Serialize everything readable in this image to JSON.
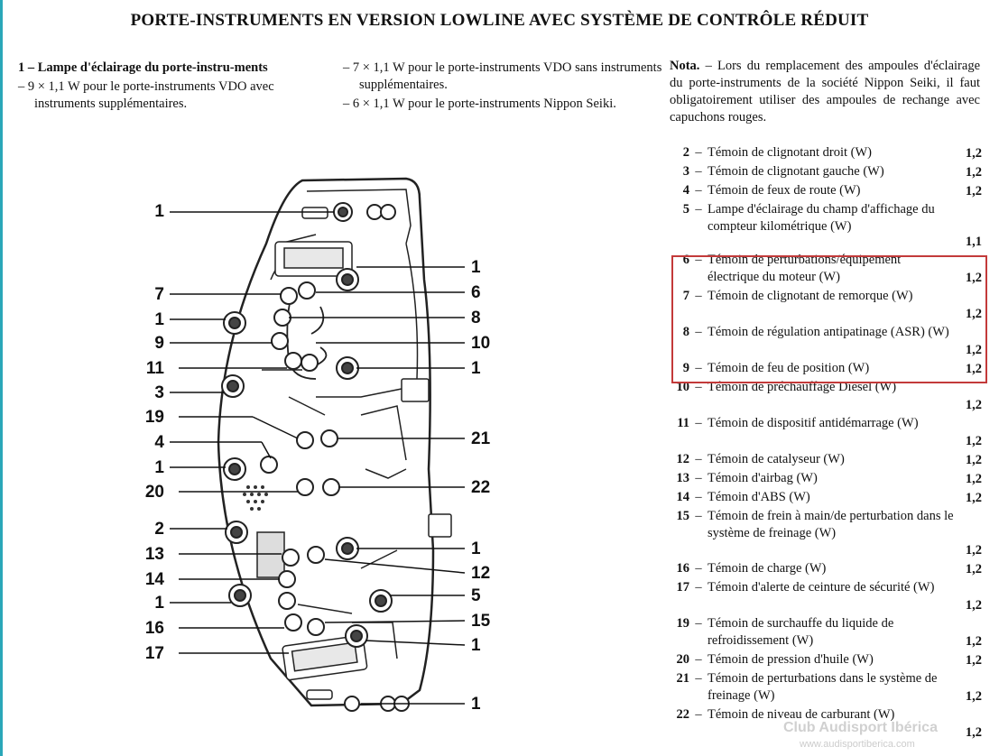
{
  "accent_edge_color": "#2aa7b8",
  "highlight_color": "#c33a3a",
  "title": "PORTE-INSTRUMENTS EN VERSION LOWLINE AVEC SYSTÈME DE CONTRÔLE RÉDUIT",
  "item1": {
    "number": "1",
    "label": "Lampe d'éclairage du porte-instru-ments",
    "options": [
      "9 × 1,1 W pour le porte-instruments VDO avec instruments supplémentaires.",
      "7 × 1,1 W pour le porte-instruments VDO sans instruments supplémentaires.",
      "6 × 1,1 W pour le porte-instruments Nippon Seiki."
    ]
  },
  "note": {
    "label": "Nota.",
    "text": "– Lors du remplacement des ampoules d'éclairage du porte-instruments de la société Nippon Seiki, il faut obligatoirement utiliser des ampoules de rechange avec capuchons rouges."
  },
  "legend": [
    {
      "num": "2",
      "text": "Témoin de clignotant droit (W)",
      "watt": "1,2"
    },
    {
      "num": "3",
      "text": "Témoin de clignotant gauche (W)",
      "watt": "1,2"
    },
    {
      "num": "4",
      "text": "Témoin de feux de route (W)",
      "watt": "1,2"
    },
    {
      "num": "5",
      "text": "Lampe d'éclairage du champ d'affichage du compteur kilométrique (W)",
      "watt": "1,1"
    },
    {
      "num": "6",
      "text": "Témoin de perturbations/équipement électrique du moteur (W)",
      "watt": "1,2"
    },
    {
      "num": "7",
      "text": "Témoin de clignotant de remorque (W)",
      "watt": "1,2"
    },
    {
      "num": "8",
      "text": "Témoin de régulation antipatinage (ASR) (W)",
      "watt": "1,2"
    },
    {
      "num": "9",
      "text": "Témoin de feu de position (W)",
      "watt": "1,2"
    },
    {
      "num": "10",
      "text": "Témoin de préchauffage Diesel (W)",
      "watt": "1,2"
    },
    {
      "num": "11",
      "text": "Témoin de dispositif antidémarrage (W)",
      "watt": "1,2"
    },
    {
      "num": "12",
      "text": "Témoin de catalyseur (W)",
      "watt": "1,2"
    },
    {
      "num": "13",
      "text": "Témoin d'airbag (W)",
      "watt": "1,2"
    },
    {
      "num": "14",
      "text": "Témoin d'ABS (W)",
      "watt": "1,2"
    },
    {
      "num": "15",
      "text": "Témoin de frein à main/de perturbation dans le système de freinage (W)",
      "watt": "1,2"
    },
    {
      "num": "16",
      "text": "Témoin de charge (W)",
      "watt": "1,2"
    },
    {
      "num": "17",
      "text": "Témoin d'alerte de ceinture de sécurité (W)",
      "watt": "1,2"
    },
    {
      "num": "19",
      "text": "Témoin de surchauffe du liquide de refroidissement (W)",
      "watt": "1,2"
    },
    {
      "num": "20",
      "text": "Témoin de pression d'huile (W)",
      "watt": "1,2"
    },
    {
      "num": "21",
      "text": "Témoin de perturbations dans le système de freinage (W)",
      "watt": "1,2"
    },
    {
      "num": "22",
      "text": "Témoin de niveau de carburant (W)",
      "watt": "1,2"
    }
  ],
  "callouts_left": [
    "1",
    "7",
    "1",
    "9",
    "11",
    "3",
    "19",
    "4",
    "1",
    "20",
    "2",
    "13",
    "14",
    "1",
    "16",
    "17"
  ],
  "callouts_right": [
    "1",
    "6",
    "8",
    "10",
    "1",
    "21",
    "22",
    "1",
    "12",
    "5",
    "15",
    "1",
    "1"
  ],
  "watermark": "Club Audisport Ibérica",
  "watermark_url": "www.audisportiberica.com"
}
